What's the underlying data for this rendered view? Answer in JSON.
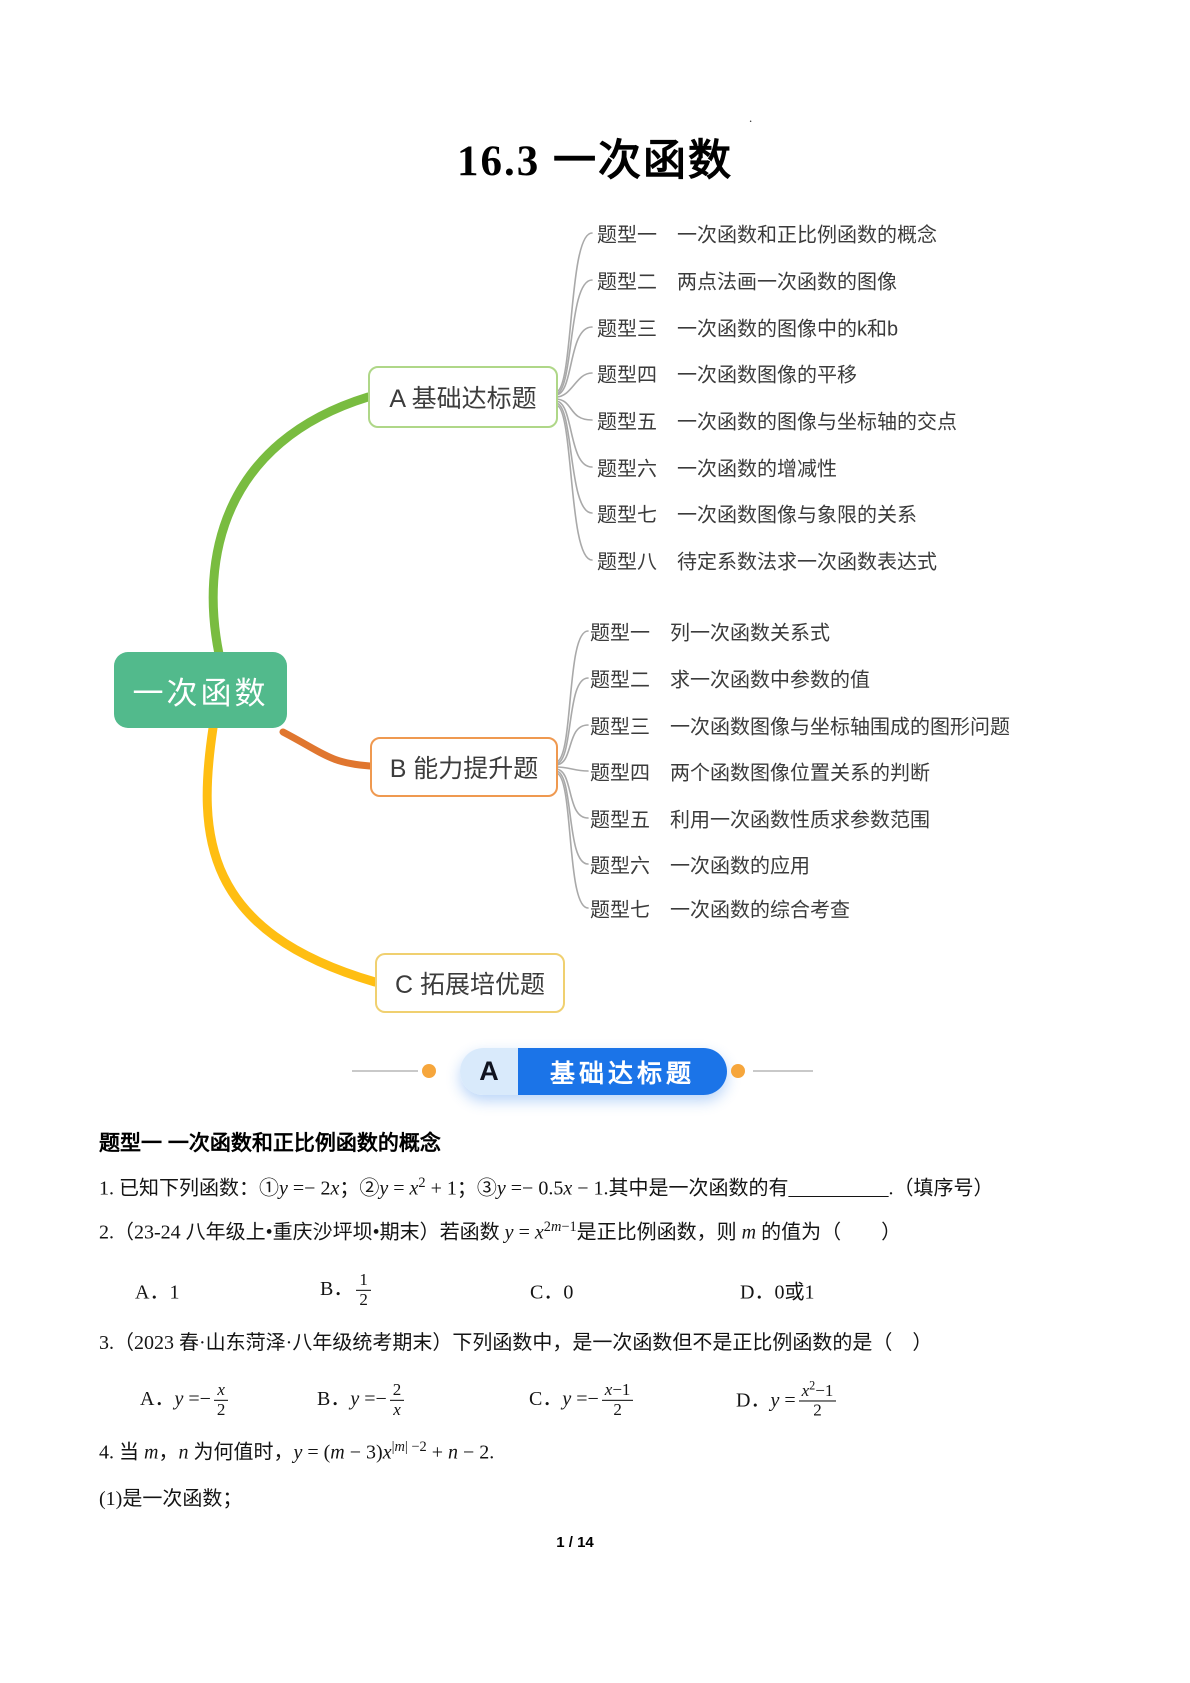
{
  "page": {
    "title": "16.3 一次函数",
    "footer": "1 / 14",
    "stray_mark": "."
  },
  "colors": {
    "root_fill": "#52ba8c",
    "branch_a_curve": "#79bc40",
    "branch_b_curve": "#e0762f",
    "branch_c_curve": "#ffbe12",
    "branch_a_border": "#afd788",
    "branch_b_border": "#ef9950",
    "branch_c_border": "#f0d070",
    "connector_gray": "#a9a9a9",
    "banner_blue": "#1b74e8",
    "banner_light_blue": "#d9eafb",
    "banner_dot_orange": "#f6a63c"
  },
  "mindmap": {
    "root": "一次函数",
    "branches": [
      {
        "label": "A 基础达标题",
        "items": [
          "题型一　一次函数和正比例函数的概念",
          "题型二　两点法画一次函数的图像",
          "题型三　一次函数的图像中的k和b",
          "题型四　一次函数图像的平移",
          "题型五　一次函数的图像与坐标轴的交点",
          "题型六　一次函数的增减性",
          "题型七　一次函数图像与象限的关系",
          "题型八　待定系数法求一次函数表达式"
        ]
      },
      {
        "label": "B 能力提升题",
        "items": [
          "题型一　列一次函数关系式",
          "题型二　求一次函数中参数的值",
          "题型三　一次函数图像与坐标轴围成的图形问题",
          "题型四　两个函数图像位置关系的判断",
          "题型五　利用一次函数性质求参数范围",
          "题型六　一次函数的应用",
          "题型七　一次函数的综合考查"
        ]
      },
      {
        "label": "C 拓展培优题",
        "items": []
      }
    ]
  },
  "banner": {
    "letter": "A",
    "label": "基础达标题"
  },
  "content": {
    "heading": "题型一 一次函数和正比例函数的概念",
    "q1": "1. 已知下列函数：①[i]y[/i] =− 2[i]x[/i]；②[i]y[/i] = [i]x[/i][sup]2[/sup] + 1；③[i]y[/i] =− 0.5[i]x[/i] − 1.其中是一次函数的有__________.（填序号）",
    "q2": "2.（23-24 八年级上•重庆沙坪坝•期末）若函数 [i]y[/i] = [i]x[/i][sup]2[i]m[/i]−1[/sup]是正比例函数，则 [i]m[/i] 的值为（　　）",
    "q2_options": [
      "A．1",
      "B．[frac]1|2[/frac]",
      "C．0",
      "D．0或1"
    ],
    "q3": "3.（2023 春·山东菏泽·八年级统考期末）下列函数中，是一次函数但不是正比例函数的是（　）",
    "q3_options": [
      "A．[i]y[/i] =−[frac][i]x[/i]|2[/frac]",
      "B．[i]y[/i] =−[frac]2|[i]x[/i][/frac]",
      "C．[i]y[/i] =−[frac][i]x[/i]−1|2[/frac]",
      "D．[i]y[/i] =[frac][i]x[/i][sup]2[/sup]−1|2[/frac]"
    ],
    "q4": "4. 当 [i]m[/i]，[i]n[/i] 为何值时，[i]y[/i] = ([i]m[/i] − 3)[i]x[/i][sup]|[i]m[/i]| −2[/sup] + [i]n[/i] − 2.",
    "q4_sub1": "(1)是一次函数；"
  }
}
